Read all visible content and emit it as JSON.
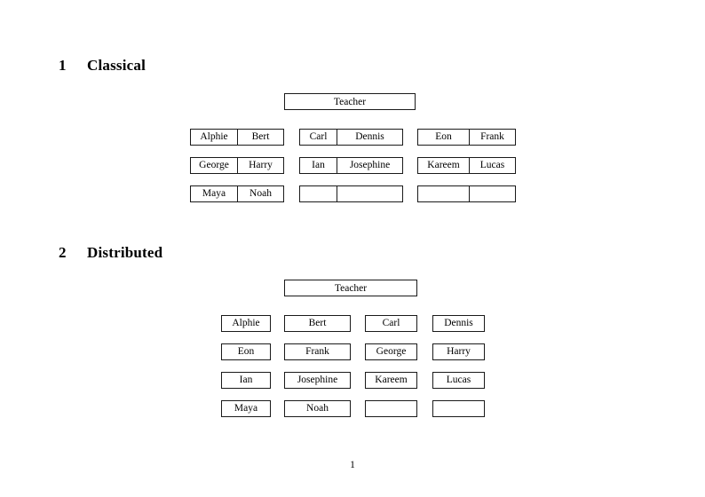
{
  "page": {
    "page_number": "1",
    "background_color": "#ffffff",
    "text_color": "#000000",
    "border_color": "#1a1a1a"
  },
  "sections": [
    {
      "number": "1",
      "title": "Classical",
      "diagram": {
        "root_label": "Teacher",
        "layout": "three-groups-of-paired-cells",
        "groups": [
          {
            "rows": [
              {
                "cells": [
                  "Alphie",
                  "Bert"
                ]
              },
              {
                "cells": [
                  "George",
                  "Harry"
                ]
              },
              {
                "cells": [
                  "Maya",
                  "Noah"
                ]
              }
            ]
          },
          {
            "rows": [
              {
                "cells": [
                  "Carl",
                  "Dennis"
                ]
              },
              {
                "cells": [
                  "Ian",
                  "Josephine"
                ]
              },
              {
                "cells": [
                  "",
                  ""
                ]
              }
            ]
          },
          {
            "rows": [
              {
                "cells": [
                  "Eon",
                  "Frank"
                ]
              },
              {
                "cells": [
                  "Kareem",
                  "Lucas"
                ]
              },
              {
                "cells": [
                  "",
                  ""
                ]
              }
            ]
          }
        ]
      }
    },
    {
      "number": "2",
      "title": "Distributed",
      "diagram": {
        "root_label": "Teacher",
        "layout": "four-column-grid-of-single-boxes",
        "rows": [
          {
            "cells": [
              "Alphie",
              "Bert",
              "Carl",
              "Dennis"
            ]
          },
          {
            "cells": [
              "Eon",
              "Frank",
              "George",
              "Harry"
            ]
          },
          {
            "cells": [
              "Ian",
              "Josephine",
              "Kareem",
              "Lucas"
            ]
          },
          {
            "cells": [
              "Maya",
              "Noah",
              "",
              ""
            ]
          }
        ]
      }
    }
  ]
}
